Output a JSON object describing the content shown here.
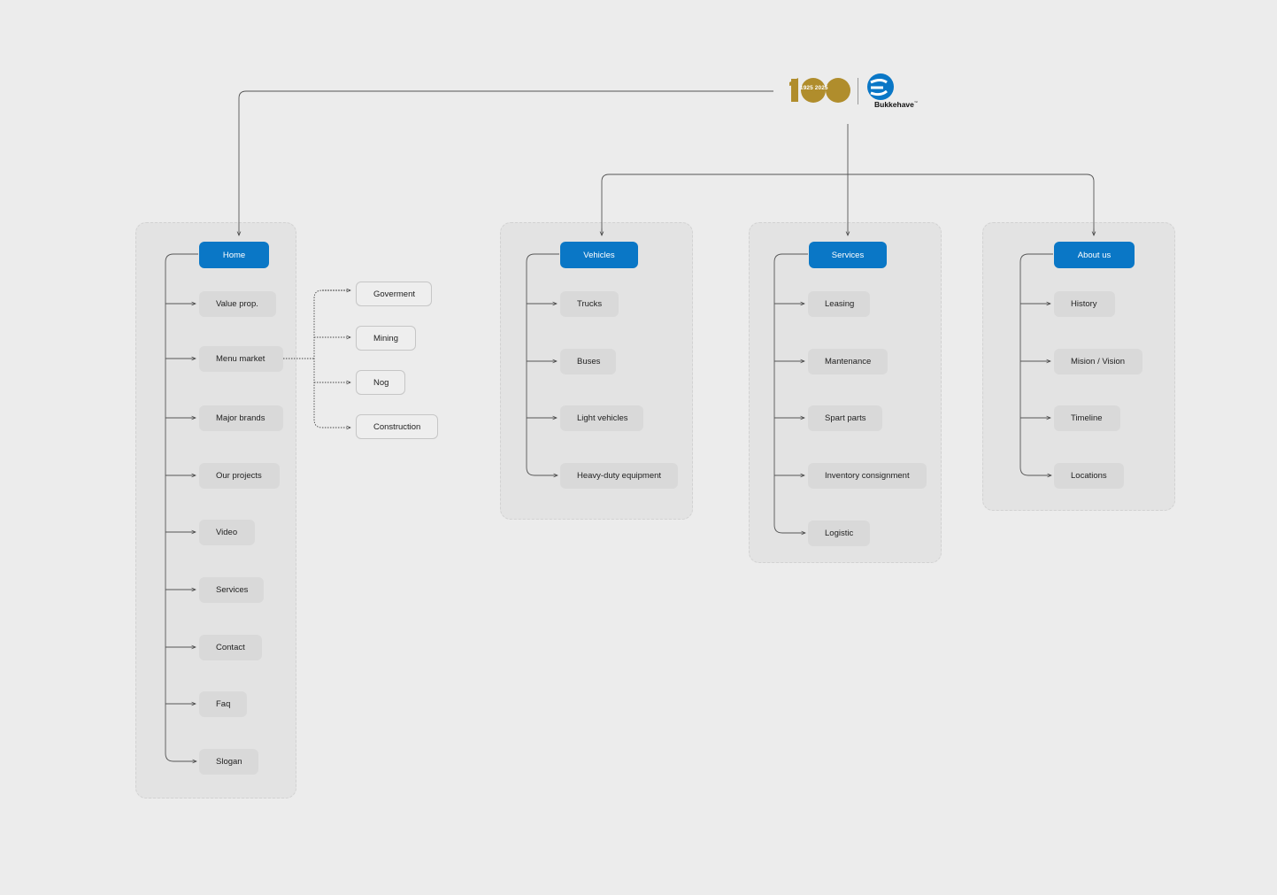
{
  "brand": {
    "anniversary_number": "100",
    "anniversary_years": "1925 2025",
    "name": "Bukkehave",
    "trademark": "™"
  },
  "home": {
    "title": "Home",
    "items": [
      "Value prop.",
      "Menu market",
      "Major brands",
      "Our projects",
      "Video",
      "Services",
      "Contact",
      "Faq",
      "Slogan"
    ]
  },
  "menu_market": {
    "items": [
      "Goverment",
      "Mining",
      "Nog",
      "Construction"
    ]
  },
  "vehicles": {
    "title": "Vehicles",
    "items": [
      "Trucks",
      "Buses",
      "Light vehicles",
      "Heavy-duty equipment"
    ]
  },
  "services": {
    "title": "Services",
    "items": [
      "Leasing",
      "Mantenance",
      "Spart parts",
      "Inventory consignment",
      "Logistic"
    ]
  },
  "about": {
    "title": "About us",
    "items": [
      "History",
      "Mision / Vision",
      "Timeline",
      "Locations"
    ]
  },
  "colors": {
    "accent": "#0a77c6",
    "gold": "#b08d2c",
    "background": "#ececec",
    "panel": "#e3e3e3",
    "node": "#d9d9d9"
  }
}
